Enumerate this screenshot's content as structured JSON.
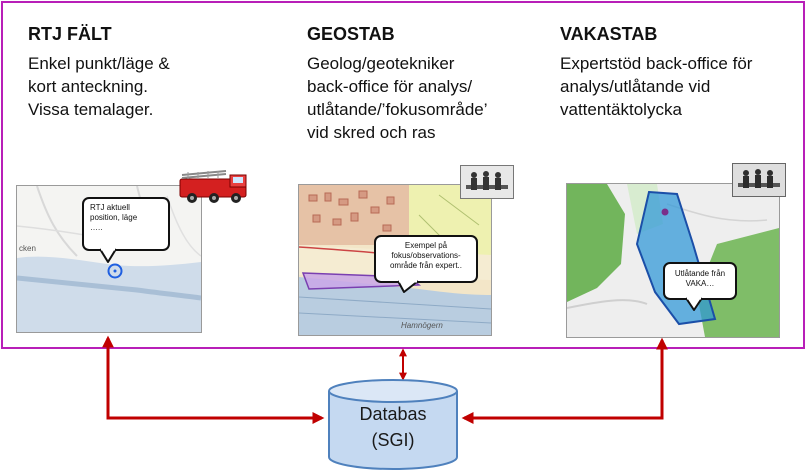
{
  "colors": {
    "frame": "#b81fb8",
    "arrow": "#c00000",
    "database_fill": "#c5d9f1",
    "database_stroke": "#4f81bd"
  },
  "columns": [
    {
      "title": "RTJ FÄLT",
      "lines": [
        "Enkel punkt/läge &",
        "kort anteckning.",
        "Vissa temalager."
      ]
    },
    {
      "title": "GEOSTAB",
      "lines": [
        "Geolog/geotekniker",
        "back-office för analys/",
        "utlåtande/’fokusområde’",
        "vid skred och ras"
      ]
    },
    {
      "title": "VAKASTAB",
      "lines": [
        "Expertstöd back-office för",
        "analys/utlåtande vid",
        "vattentäktolycka"
      ]
    }
  ],
  "maps": {
    "rtj": {
      "map_text": "cken",
      "callout_lines": [
        "RTJ aktuell",
        "position, läge",
        "….."
      ],
      "icon": "fire-truck-icon"
    },
    "geostab": {
      "map_text": "Hamnögern",
      "callout_lines": [
        "Exempel på",
        "fokus/observations-",
        "område från expert.."
      ],
      "icon": "meeting-photo-icon"
    },
    "vakastab": {
      "callout_lines": [
        "Utlåtande från",
        "VAKA…"
      ],
      "icon": "meeting-photo-icon"
    }
  },
  "database": {
    "line1": "Databas",
    "line2": "(SGI)"
  }
}
